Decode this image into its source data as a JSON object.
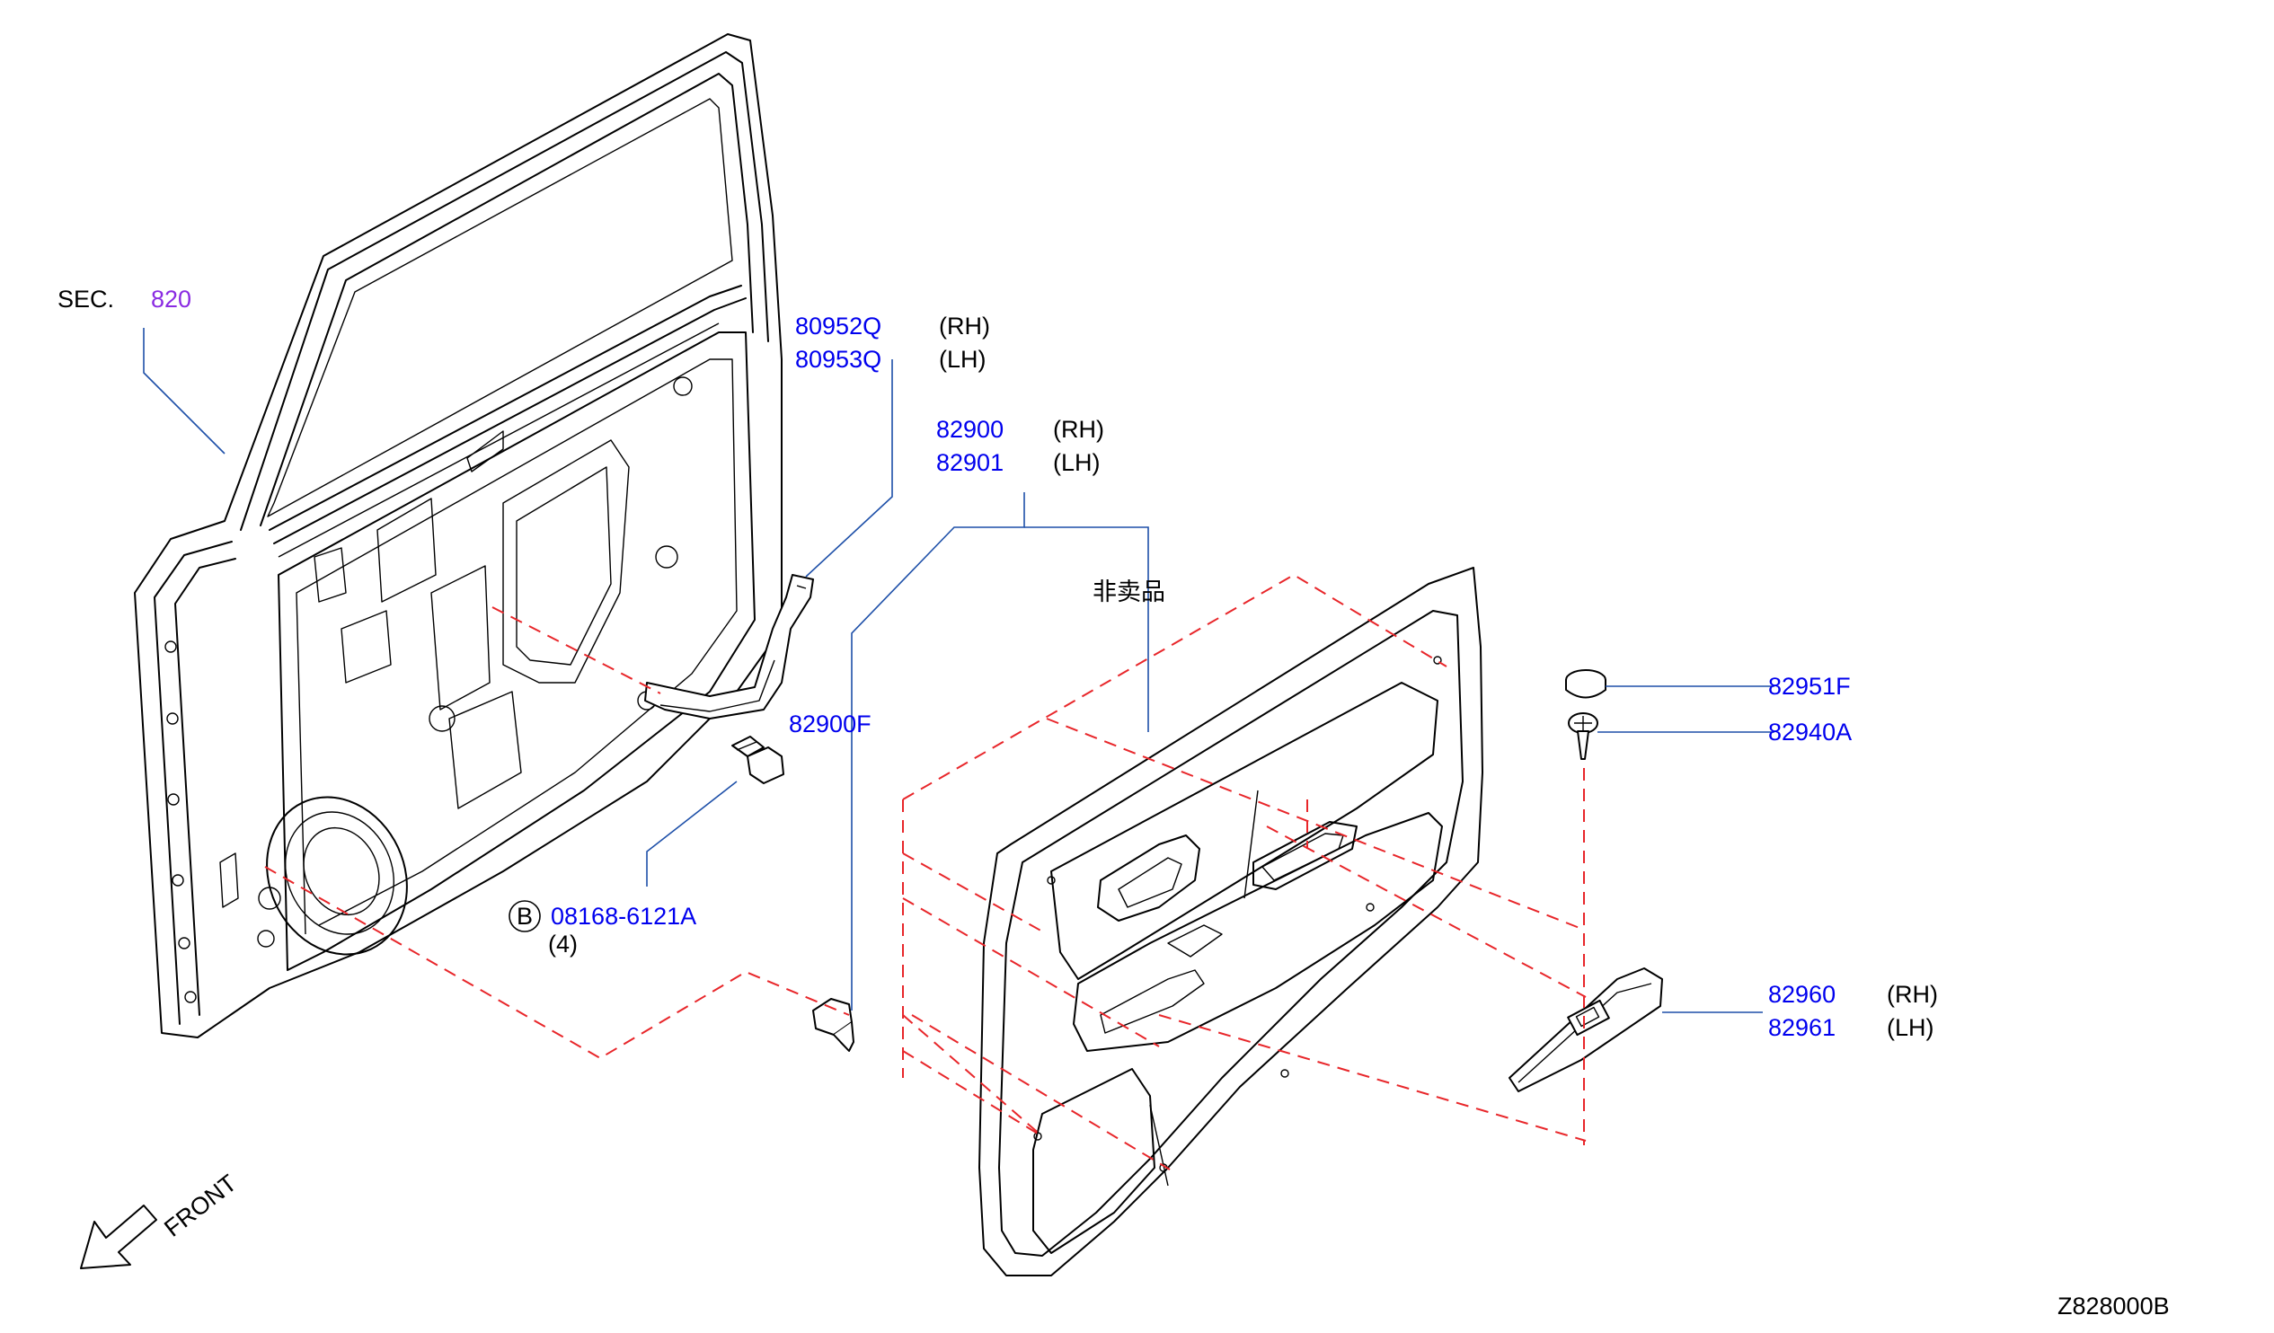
{
  "labels": {
    "sec_prefix": "SEC.",
    "sec_number": "820",
    "bracket_rh": "80952Q",
    "bracket_lh": "80953Q",
    "bracket_rh_side": "(RH)",
    "bracket_lh_side": "(LH)",
    "trim_rh": "82900",
    "trim_lh": "82901",
    "trim_rh_side": "(RH)",
    "trim_lh_side": "(LH)",
    "not_for_sale": "非卖品",
    "clip": "82900F",
    "bolt_badge": "B",
    "bolt": "08168-6121A",
    "bolt_qty": "(4)",
    "cap": "82951F",
    "screw": "82940A",
    "finisher_rh": "82960",
    "finisher_lh": "82961",
    "finisher_rh_side": "(RH)",
    "finisher_lh_side": "(LH)",
    "front": "FRONT",
    "diagram_code": "Z828000B"
  },
  "colors": {
    "part_number": "#0000ee",
    "section_ref": "#8a2be2",
    "leader_line": "#1d4fa8",
    "phantom_line": "#e8262a"
  }
}
